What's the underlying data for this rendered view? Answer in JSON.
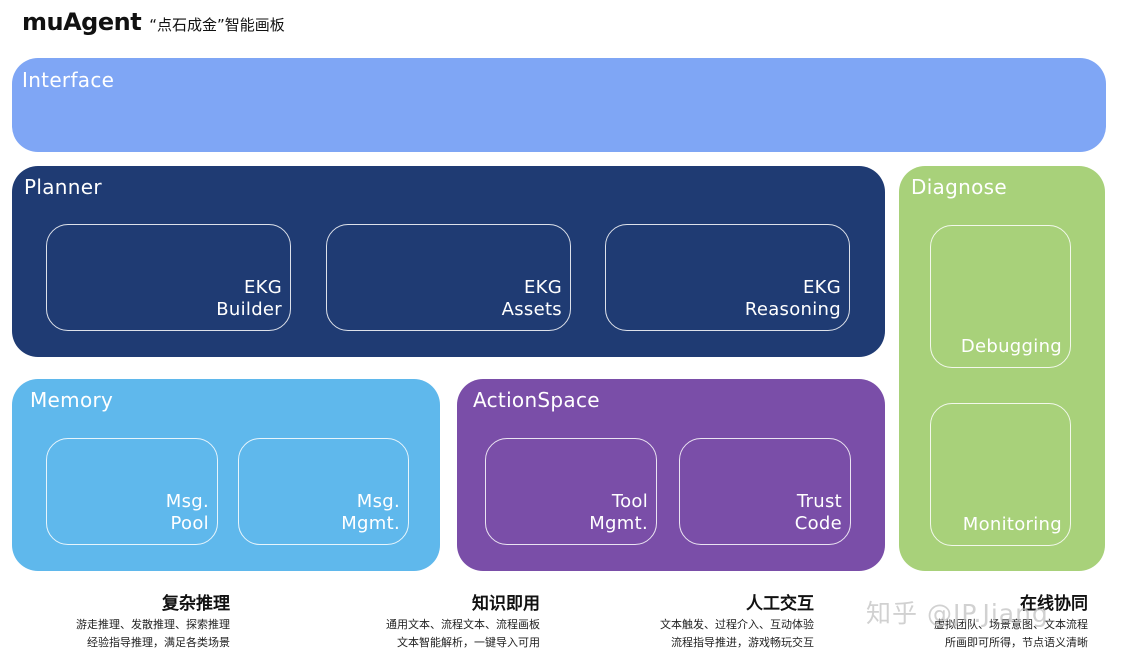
{
  "header": {
    "brand": "muAgent",
    "subtitle": "“点石成金”智能画板"
  },
  "interface": {
    "label": "Interface"
  },
  "planner": {
    "label": "Planner",
    "modules": [
      {
        "line1": "EKG",
        "line2": "Builder"
      },
      {
        "line1": "EKG",
        "line2": "Assets"
      },
      {
        "line1": "EKG",
        "line2": "Reasoning"
      }
    ]
  },
  "memory": {
    "label": "Memory",
    "modules": [
      {
        "line1": "Msg.",
        "line2": "Pool"
      },
      {
        "line1": "Msg.",
        "line2": "Mgmt."
      }
    ]
  },
  "actionspace": {
    "label": "ActionSpace",
    "modules": [
      {
        "line1": "Tool",
        "line2": "Mgmt."
      },
      {
        "line1": "Trust",
        "line2": "Code"
      }
    ]
  },
  "diagnose": {
    "label": "Diagnose",
    "modules": [
      {
        "line1": "Debugging"
      },
      {
        "line1": "Monitoring"
      }
    ]
  },
  "features": [
    {
      "title": "复杂推理",
      "lines": [
        "游走推理、发散推理、探索推理",
        "经验指导推理，满足各类场景"
      ]
    },
    {
      "title": "知识即用",
      "lines": [
        "通用文本、流程文本、流程画板",
        "文本智能解析，一键导入可用"
      ]
    },
    {
      "title": "人工交互",
      "lines": [
        "文本触发、过程介入、互动体验",
        "流程指导推进，游戏畅玩交互"
      ]
    },
    {
      "title": "在线协同",
      "lines": [
        "虚拟团队、场景意图、文本流程",
        "所画即可所得，节点语义清晰"
      ]
    }
  ],
  "watermark": {
    "text": "知乎 @JP.Jiang"
  },
  "colors": {
    "interface": "#7fa6f5",
    "planner": "#1f3b73",
    "memory": "#5fb8ec",
    "actionspace": "#7a4ea8",
    "diagnose": "#a8d17a"
  }
}
